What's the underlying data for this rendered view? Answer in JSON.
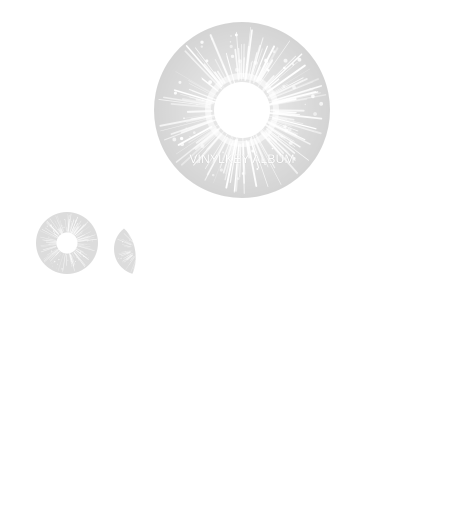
{
  "album": {
    "title": "VINYLKEY ALBUM"
  },
  "thumbnails": [
    {
      "name": "album-thumbnail"
    },
    {
      "name": "album-thumbnail-partial"
    }
  ],
  "colors": {
    "background": "#ffffff",
    "disc": "#d9d9d9",
    "burst": "#ffffff",
    "label_text": "#ffffff"
  }
}
